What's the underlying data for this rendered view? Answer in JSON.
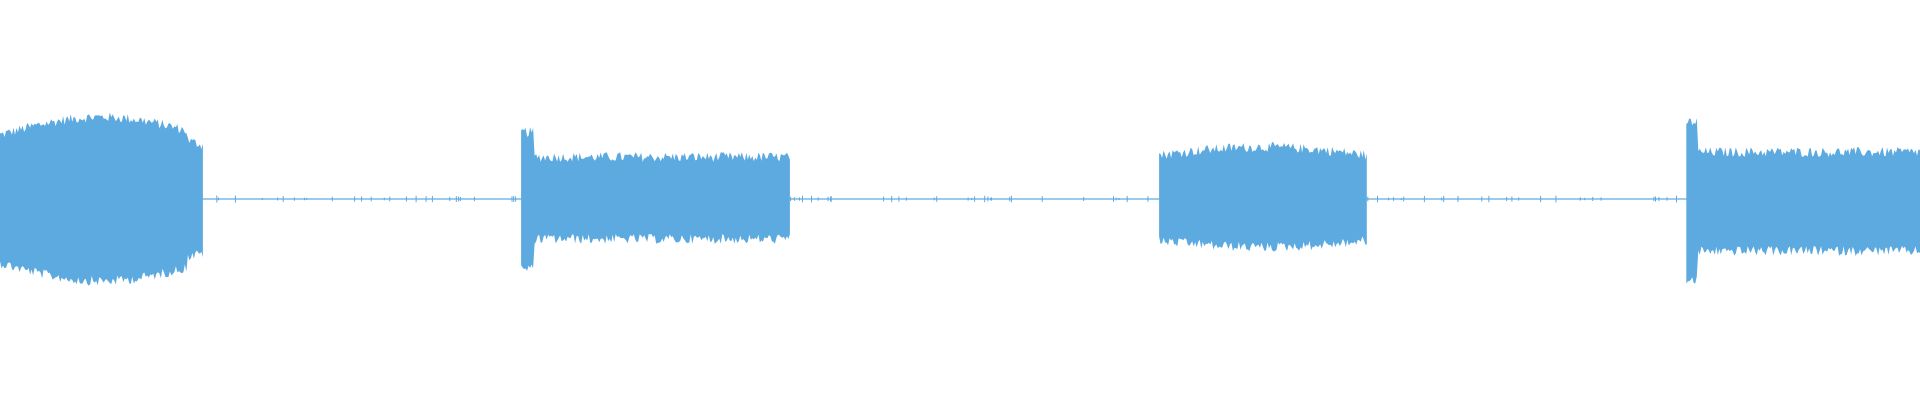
{
  "waveform": {
    "color": "#5DAAE0",
    "background": "#FFFFFF",
    "segments": [
      {
        "start": 0.0,
        "end": 0.1057,
        "kind": "burst"
      },
      {
        "start": 0.1057,
        "end": 0.2714,
        "kind": "silence"
      },
      {
        "start": 0.2714,
        "end": 0.4114,
        "kind": "burst"
      },
      {
        "start": 0.4114,
        "end": 0.6037,
        "kind": "silence"
      },
      {
        "start": 0.6037,
        "end": 0.7119,
        "kind": "burst"
      },
      {
        "start": 0.7119,
        "end": 0.8783,
        "kind": "silence"
      },
      {
        "start": 0.8783,
        "end": 1.0,
        "kind": "burst"
      }
    ]
  }
}
